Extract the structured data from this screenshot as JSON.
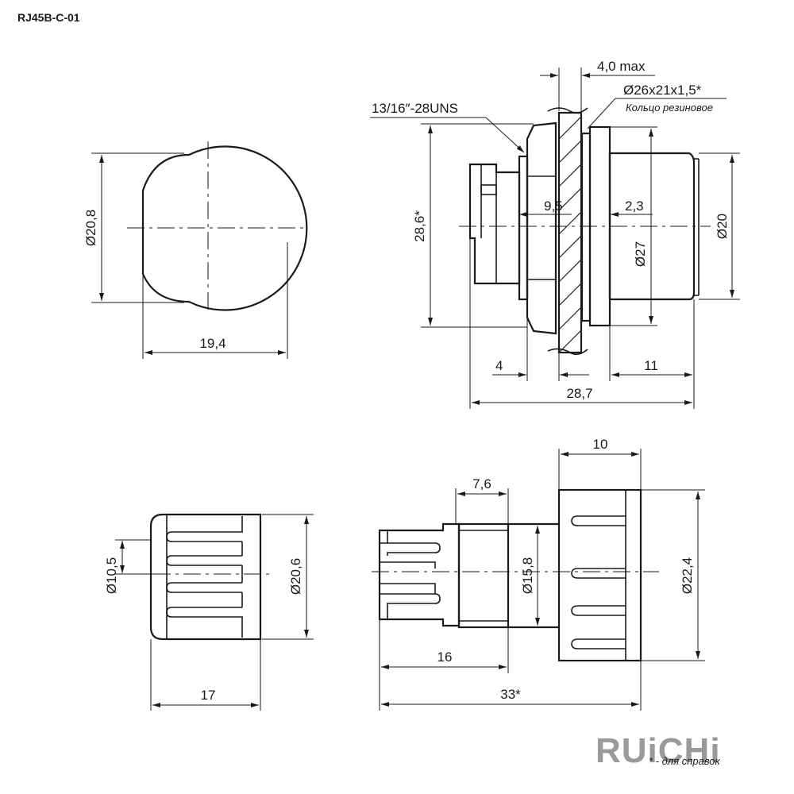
{
  "title": "RJ45B-C-01",
  "logo_text": "RUiCHi",
  "footnote": "* - для справок",
  "dims": {
    "front_dia": "Ø20,8",
    "front_width": "19,4",
    "max_thickness": "4,0 max",
    "ring_size": "Ø26x21x1,5*",
    "ring_label": "Кольцо резиновое",
    "thread": "13/16″-28UNS",
    "nut_dia": "28,6*",
    "depth_9_5": "9,5",
    "dim_2_3": "2,3",
    "dia_27": "Ø27",
    "dia_20": "Ø20",
    "len_4": "4",
    "len_11": "11",
    "len_28_7": "28,7",
    "top_10": "10",
    "top_7_6": "7,6",
    "dia_10_5": "Ø10,5",
    "dia_20_6": "Ø20,6",
    "dia_15_8": "Ø15,8",
    "dia_22_4": "Ø22,4",
    "len_17": "17",
    "len_16": "16",
    "len_33": "33*"
  },
  "colors": {
    "line": "#1a1a1a",
    "logo": "#9a9a9a"
  }
}
